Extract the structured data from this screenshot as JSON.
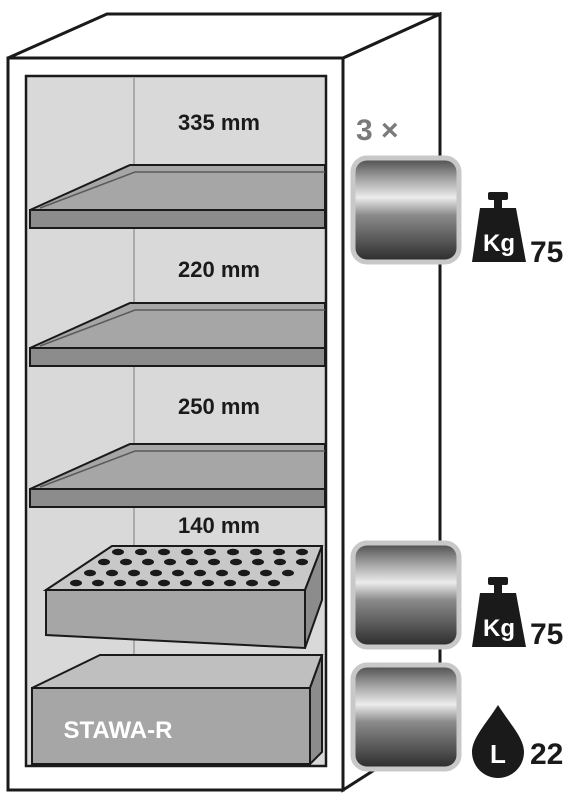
{
  "shelves": [
    {
      "height_label": "335 mm"
    },
    {
      "height_label": "220 mm"
    },
    {
      "height_label": "250 mm"
    },
    {
      "height_label": "140 mm"
    }
  ],
  "sump": {
    "label": "STAWA-R"
  },
  "multiplier": "3 ×",
  "weights": [
    {
      "unit": "Kg",
      "value": "75"
    },
    {
      "unit": "Kg",
      "value": "75"
    }
  ],
  "volume": {
    "unit": "L",
    "value": "22"
  },
  "colors": {
    "outline": "#1a1a1a",
    "cabinet_face": "#ffffff",
    "interior": "#d9d9d9",
    "shelf": "#a6a6a6",
    "shelf_dark": "#8c8c8c",
    "label_text": "#1a1a1a",
    "sump_text": "#ffffff"
  }
}
